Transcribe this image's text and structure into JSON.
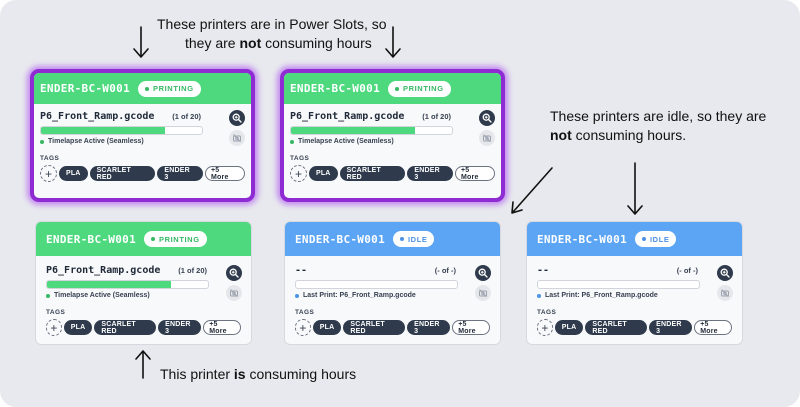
{
  "annotations": {
    "power_slots_line1": "These printers are in Power Slots, so",
    "power_slots_line2_pre": "they are ",
    "power_slots_line2_bold": "not",
    "power_slots_line2_post": " consuming hours",
    "idle_line1": "These printers are idle, so they are",
    "idle_line2_bold": "not",
    "idle_line2_post": " consuming hours.",
    "consuming_pre": "This printer ",
    "consuming_bold": "is",
    "consuming_post": " consuming hours"
  },
  "cards": [
    {
      "printer": "ENDER-BC-W001",
      "state": "PRINTING",
      "file": "P6_Front_Ramp.gcode",
      "count": "(1 of 20)",
      "progress": 0.77,
      "status": "Timelapse Active (Seamless)",
      "tags_label": "TAGS",
      "tags": [
        "PLA",
        "SCARLET RED",
        "ENDER 3"
      ],
      "more": "+5 More"
    },
    {
      "printer": "ENDER-BC-W001",
      "state": "PRINTING",
      "file": "P6_Front_Ramp.gcode",
      "count": "(1 of 20)",
      "progress": 0.77,
      "status": "Timelapse Active (Seamless)",
      "tags_label": "TAGS",
      "tags": [
        "PLA",
        "SCARLET RED",
        "ENDER 3"
      ],
      "more": "+5 More"
    },
    {
      "printer": "ENDER-BC-W001",
      "state": "PRINTING",
      "file": "P6_Front_Ramp.gcode",
      "count": "(1 of 20)",
      "progress": 0.77,
      "status": "Timelapse Active (Seamless)",
      "tags_label": "TAGS",
      "tags": [
        "PLA",
        "SCARLET RED",
        "ENDER 3"
      ],
      "more": "+5 More"
    },
    {
      "printer": "ENDER-BC-W001",
      "state": "IDLE",
      "file": "--",
      "count": "(- of -)",
      "progress": 0,
      "status": "Last Print: P6_Front_Ramp.gcode",
      "tags_label": "TAGS",
      "tags": [
        "PLA",
        "SCARLET RED",
        "ENDER 3"
      ],
      "more": "+5 More"
    },
    {
      "printer": "ENDER-BC-W001",
      "state": "IDLE",
      "file": "--",
      "count": "(- of -)",
      "progress": 0,
      "status": "Last Print: P6_Front_Ramp.gcode",
      "tags_label": "TAGS",
      "tags": [
        "PLA",
        "SCARLET RED",
        "ENDER 3"
      ],
      "more": "+5 More"
    }
  ],
  "icons": {
    "zoom": "zoom-in-icon",
    "camera": "camera-off-icon",
    "add_tag": "plus-icon"
  },
  "colors": {
    "printing": "#4ed97f",
    "idle": "#5ba5f4",
    "power_slot_border": "#8f2bd2",
    "tag_bg": "#2f3b4c",
    "status_printing_dot": "#36b865",
    "status_idle_dot": "#4c93e6"
  }
}
